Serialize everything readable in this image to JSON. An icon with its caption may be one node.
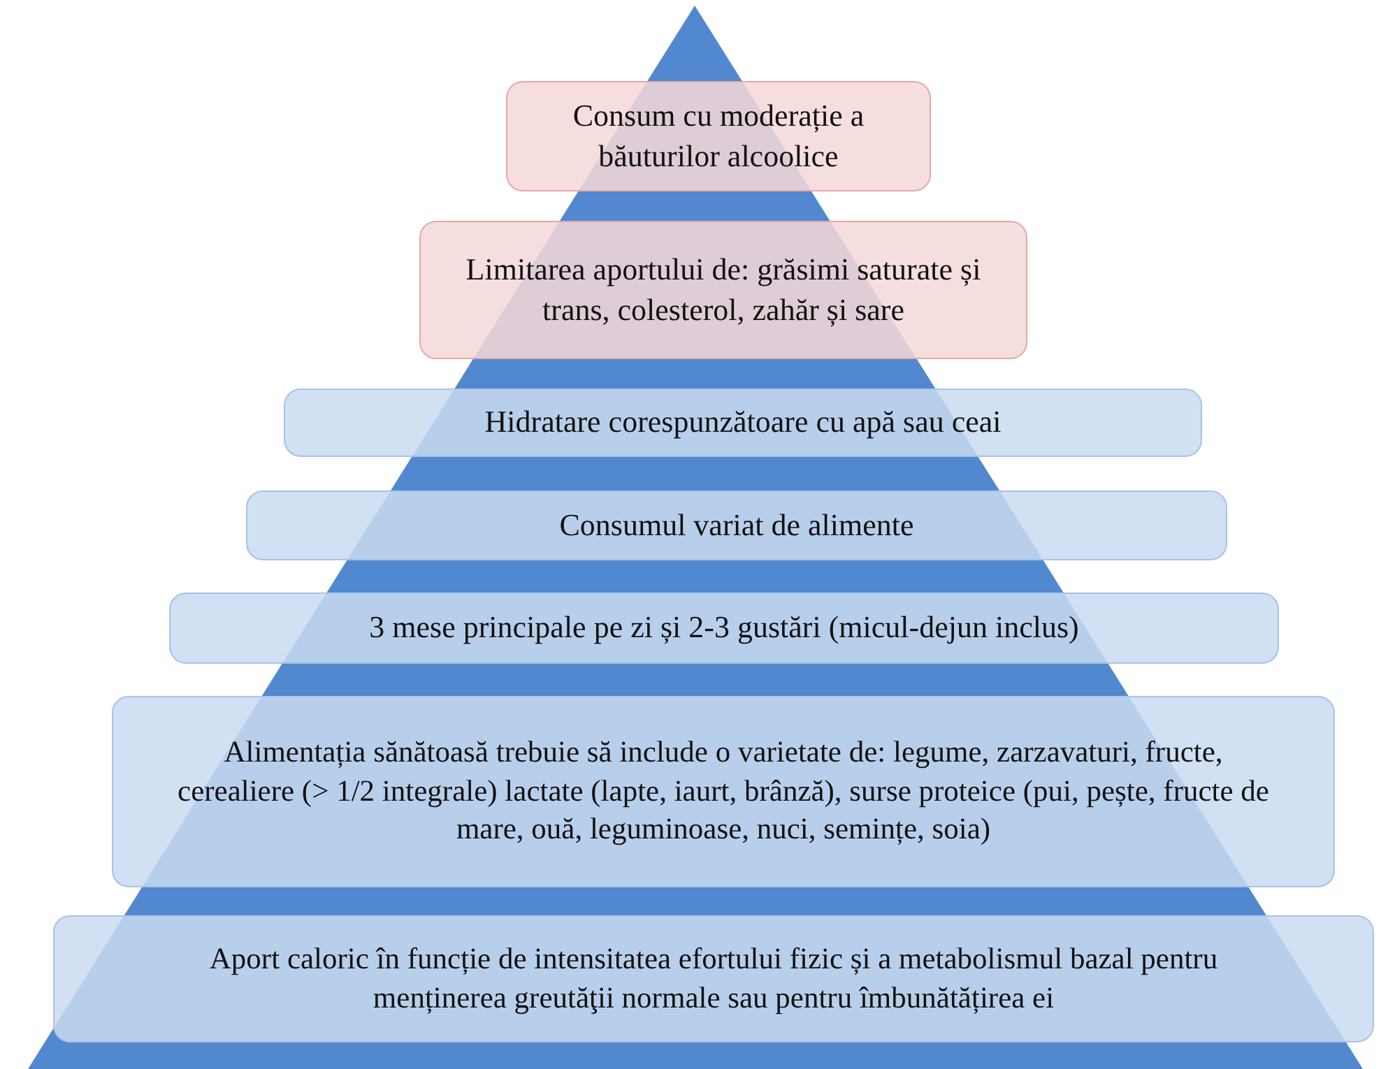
{
  "diagram": {
    "nodes": [
      {
        "text": [
          "Consum cu moderație a băuturilor alcoolice"
        ]
      },
      {
        "text": [
          "Limitarea aportului de: grăsimi saturate și trans, colesterol, zahăr și sare"
        ]
      },
      {
        "text": [
          "Hidratare corespunzătoare cu apă sau ceai"
        ]
      },
      {
        "text": [
          "Consumul variat de alimente"
        ]
      },
      {
        "text": [
          "3 mese principale pe zi și 2-3 gustări (micul-dejun inclus)"
        ]
      },
      {
        "text": [
          "Alimentația sănătoasă trebuie să include o varietate de: legume, zarzavaturi, fructe, cerealiere (> 1/2 integrale) lactate (lapte, iaurt, brânză), surse proteice (pui, pește, fructe de mare, ouă, leguminoase, nuci, semințe, soia)"
        ]
      },
      {
        "text": [
          "Aport caloric în funcție de intensitatea efortului fizic și a metabolismul bazal pentru menținerea greutăţii normale sau pentru îmbunătățirea ei"
        ]
      }
    ]
  }
}
